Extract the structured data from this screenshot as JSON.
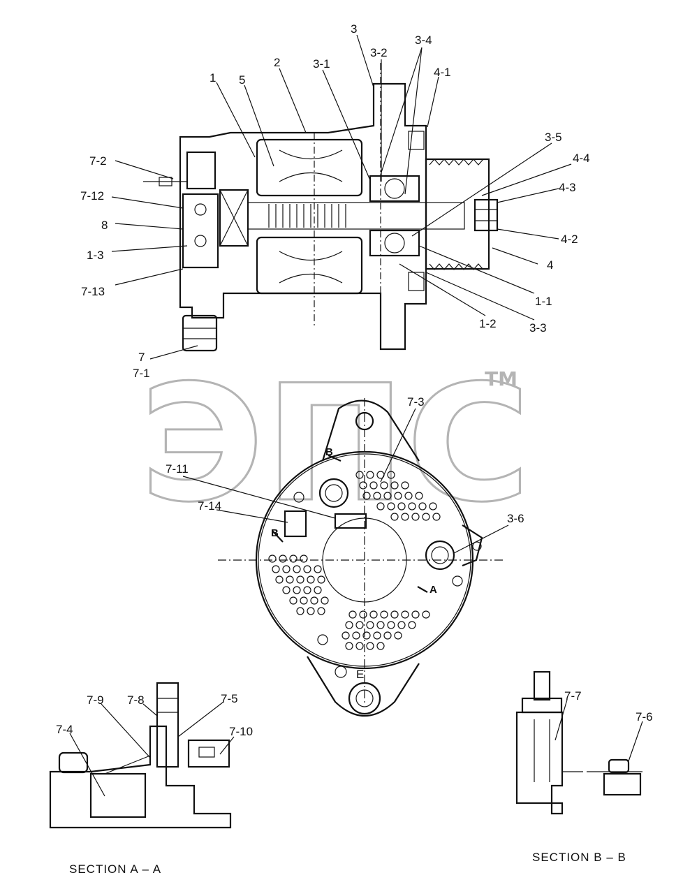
{
  "callouts": {
    "c3": "3",
    "c3_2": "3-2",
    "c3_4": "3-4",
    "c3_1": "3-1",
    "c4_1": "4-1",
    "c1": "1",
    "c5": "5",
    "c2": "2",
    "c3_5": "3-5",
    "c4_4": "4-4",
    "c4_3": "4-3",
    "c4_2": "4-2",
    "c4": "4",
    "c1_1": "1-1",
    "c1_2": "1-2",
    "c3_3": "3-3",
    "c7_2": "7-2",
    "c7_12": "7-12",
    "c8": "8",
    "c1_3": "1-3",
    "c7_13": "7-13",
    "c7": "7",
    "c7_1": "7-1",
    "c7_3": "7-3",
    "c7_11": "7-11",
    "c7_14": "7-14",
    "c3_6": "3-6",
    "c7_9": "7-9",
    "c7_8": "7-8",
    "c7_5": "7-5",
    "c7_4": "7-4",
    "c7_10": "7-10",
    "c7_7": "7-7",
    "c7_6": "7-6"
  },
  "markers": {
    "b_top": "B",
    "b_left": "B",
    "a_right": "A",
    "e_term": "E"
  },
  "sections": {
    "aa": "SECTION  A – A",
    "bb": "SECTION B – B"
  },
  "watermark": {
    "mark": "ЭПС",
    "tm": "TM"
  }
}
